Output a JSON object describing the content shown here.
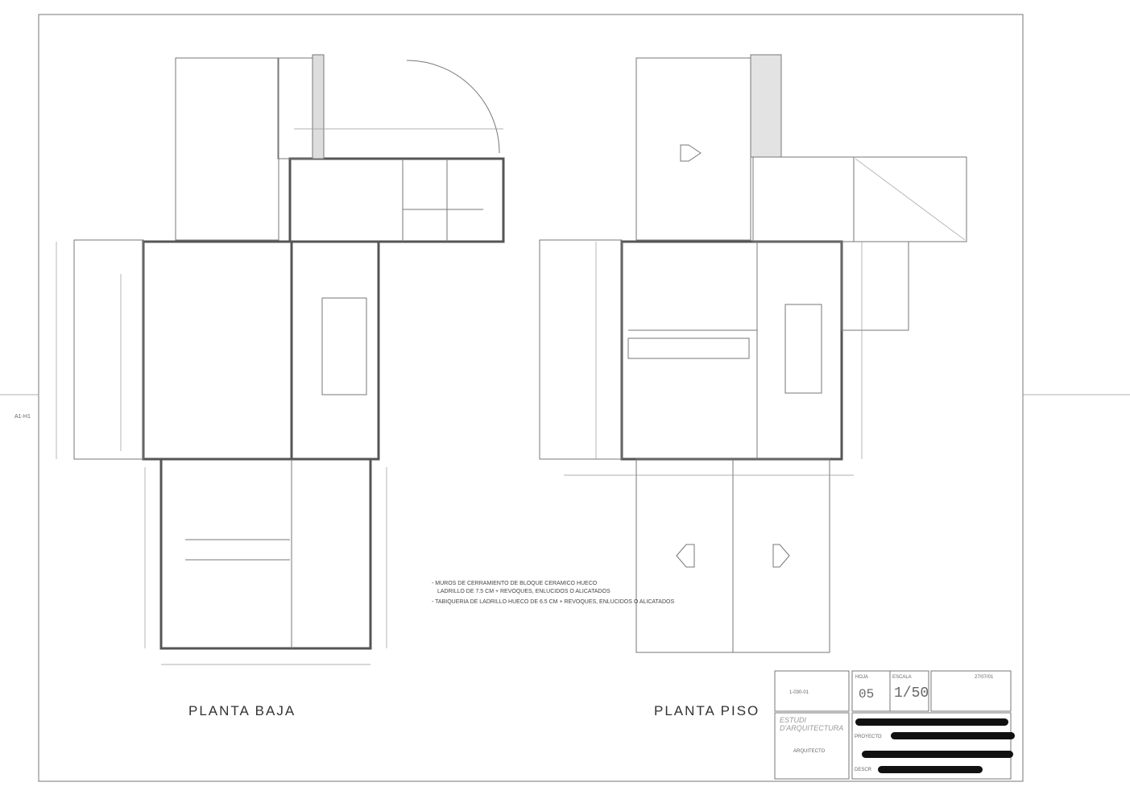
{
  "sheet": {
    "margin_label": "A1-H1"
  },
  "plans": {
    "ground_floor_title": "PLANTA BAJA",
    "upper_floor_title": "PLANTA PISO"
  },
  "notes": {
    "line1": "- MUROS DE CERRAMIENTO DE BLOQUE CERAMICO HUECO",
    "line2": "LADRILLO DE 7.5 CM + REVOQUES, ENLUCIDOS O ALICATADOS",
    "line3": "- TABIQUERIA DE LADRILLO HUECO DE 6.5 CM + REVOQUES, ENLUCIDOS O ALICATADOS"
  },
  "title_block": {
    "drawing_code": "1-030-01",
    "sheet_label": "HOJA",
    "sheet_number": "05",
    "scale_label": "ESCALA",
    "scale_value": "1/50",
    "date": "27/07/01",
    "studio_line1": "ESTUDI",
    "studio_line2": "D'ARQUITECTURA",
    "architect": "ARQUITECTO",
    "project_label": "PROYECTO",
    "description_label": "DESCR"
  }
}
